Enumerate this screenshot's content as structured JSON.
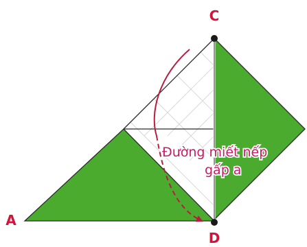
{
  "diagram": {
    "points": {
      "A": "A",
      "C": "C",
      "D": "D"
    },
    "crease_label": {
      "line1": "Đường miết nếp",
      "line2": "gấp a"
    },
    "colors": {
      "green_fill": "#4aab2e",
      "green_dark": "#2d7a1f",
      "outline": "#2b2b2b",
      "light_grid": "#d9d9d9",
      "arrow": "#b81d3f",
      "label_red": "#d3143a",
      "label_magenta": "#c81b63"
    }
  }
}
